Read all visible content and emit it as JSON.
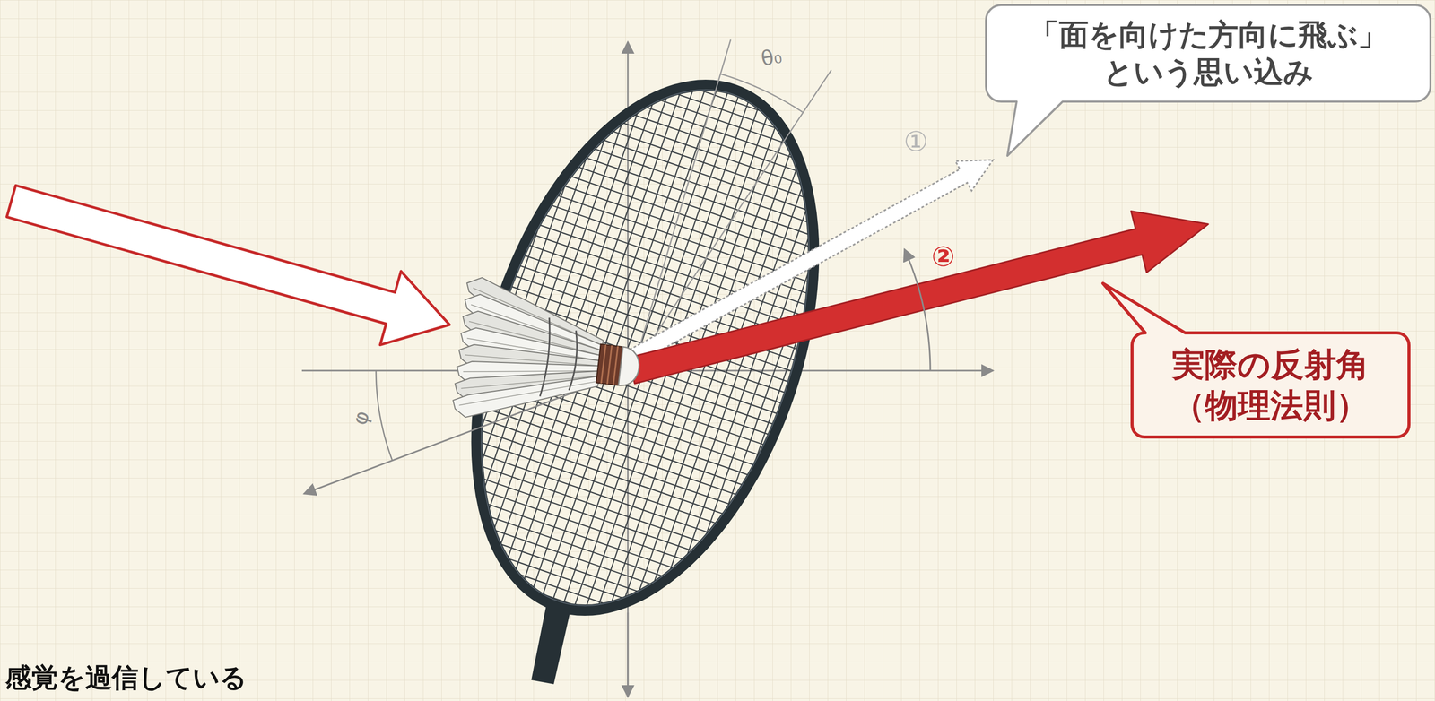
{
  "diagram": {
    "nodes": [
      {
        "text": [
          "「面を向けた方向に飛ぶ」 という思い込み"
        ]
      },
      {
        "text": [
          "実際の反射角 （物理法則）"
        ]
      }
    ],
    "labels": [
      "①",
      "②",
      "θ₀",
      "φ",
      "感覚を過信している"
    ]
  }
}
